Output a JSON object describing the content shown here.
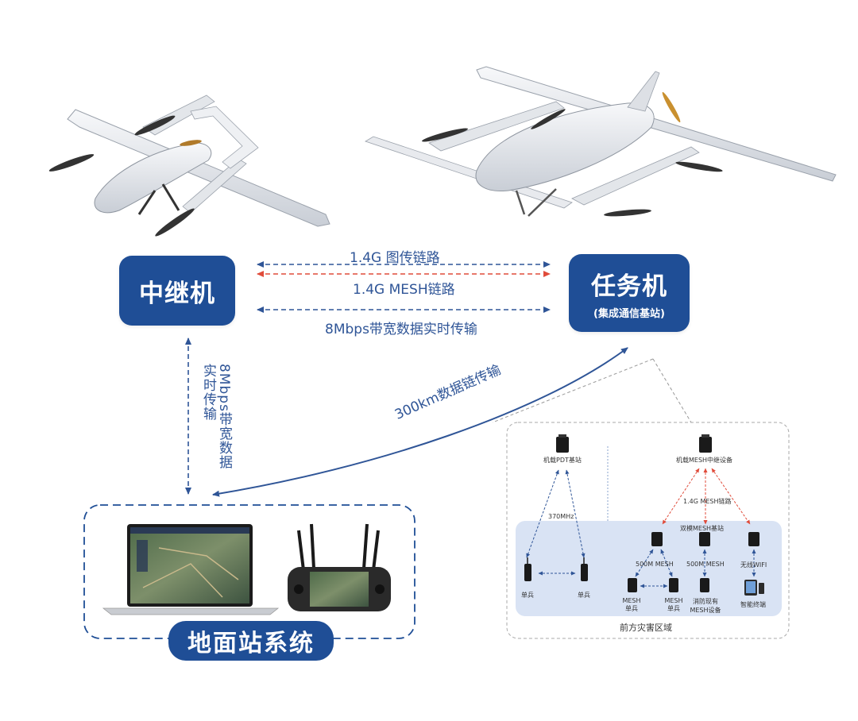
{
  "nodes": {
    "relay": {
      "title": "中继机"
    },
    "mission": {
      "title": "任务机",
      "subtitle": "(集成通信基站)"
    },
    "ground": {
      "title": "地面站系统"
    }
  },
  "links": {
    "image_link": "1.4G 图传链路",
    "mesh_link": "1.4G MESH链路",
    "bandwidth_link": "8Mbps带宽数据实时传输",
    "vertical_link": "8Mbps带宽数据实时传输",
    "long_range": "300km数据链传输"
  },
  "detail": {
    "pdt_station": "机载PDT基站",
    "mesh_relay": "机载MESH中继设备",
    "freq_370": "370MHz",
    "mesh_link_label": "1.4G MESH链路",
    "dual_mode": "双模MESH基站",
    "mesh_500_left": "500M MESH",
    "mesh_500_right": "500M MESH",
    "wifi": "无线WIFI",
    "soldier_1": "单兵",
    "soldier_2": "单兵",
    "mesh_soldier_1_l1": "MESH",
    "mesh_soldier_1_l2": "单兵",
    "mesh_soldier_2_l1": "MESH",
    "mesh_soldier_2_l2": "单兵",
    "fire_l1": "消防现有",
    "fire_l2": "MESH设备",
    "smart_terminal": "智能终端",
    "area": "前方灾害区域"
  },
  "colors": {
    "primary": "#1f4e96",
    "text": "#2f5597",
    "red_link": "#e04b3a",
    "panel_fill": "#d9e3f4"
  }
}
